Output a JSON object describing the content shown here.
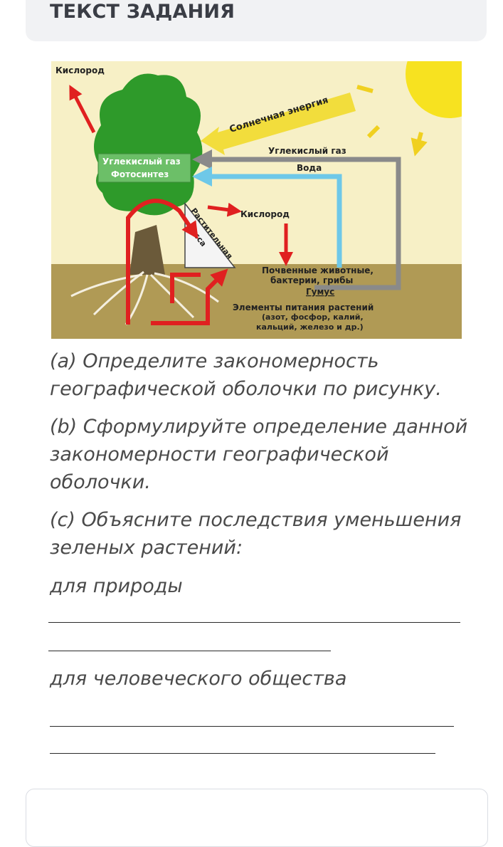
{
  "header": {
    "title": "ТЕКСТ ЗАДАНИЯ"
  },
  "figure": {
    "labels": {
      "oxygen_top": "Кислород",
      "solar_energy": "Солнечная энергия",
      "co2_top": "Углекислый газ",
      "water": "Вода",
      "co2_box": "Углекислый газ",
      "photosynthesis": "Фотосинтез",
      "oxygen_mid": "Кислород",
      "plant_mass_1": "Растительная",
      "plant_mass_2": "масса",
      "soil_animals": "Почвенные животные,",
      "bacteria": "бактерии, грибы",
      "humus": "Гумус",
      "nutrients": "Элементы питания растений",
      "nutrients_list_1": "(азот, фосфор, калий,",
      "nutrients_list_2": "кальций, железо и др.)"
    },
    "colors": {
      "sky": "#f7f0c6",
      "soil": "#b09a55",
      "tree": "#2e9a2a",
      "arrow_red": "#e02020",
      "pipe_gray": "#8a8a8a",
      "pipe_blue": "#6ec8e8",
      "sun": "#f7e220"
    }
  },
  "task": {
    "a_line1": " (a) Определите закономерность",
    "a_line2": "географической оболочки по рисунку.",
    "b_line1": "(b) Сформулируйте определение данной",
    "b_line2": "закономерности географической",
    "b_line3": "оболочки.",
    "c_line1": "(c) Объясните последствия уменьшения",
    "c_line2": "зеленых растений:",
    "bullet_nature": " для природы",
    "bullet_society": " для человеческого общества"
  }
}
